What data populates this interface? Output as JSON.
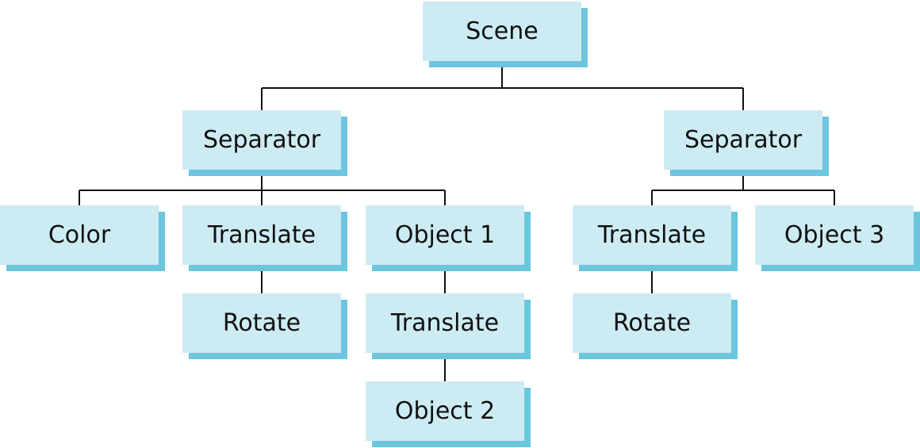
{
  "nodes": {
    "scene": "Scene",
    "separator_left": "Separator",
    "separator_right": "Separator",
    "color": "Color",
    "translate_1": "Translate",
    "object_1": "Object 1",
    "translate_right": "Translate",
    "object_3": "Object 3",
    "rotate_1": "Rotate",
    "translate_2": "Translate",
    "rotate_right": "Rotate",
    "object_2": "Object 2"
  },
  "colors": {
    "node_fill": "#cdebf3",
    "node_shadow": "#6cc6dd",
    "line": "#111111"
  }
}
